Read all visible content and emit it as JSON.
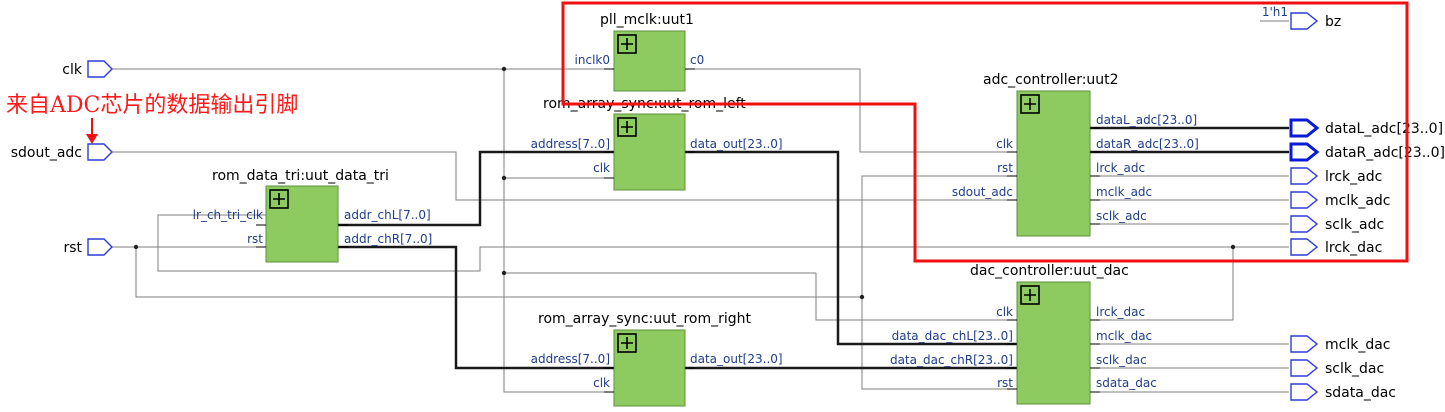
{
  "blocks": {
    "pll": {
      "title": "pll_mclk:uut1",
      "in": [
        "inclk0"
      ],
      "out": [
        "c0"
      ]
    },
    "rom_left": {
      "title": "rom_array_sync:uut_rom_left",
      "in": [
        "address[7..0]",
        "clk"
      ],
      "out": [
        "data_out[23..0]"
      ]
    },
    "rom_tri": {
      "title": "rom_data_tri:uut_data_tri",
      "in": [
        "lr_ch_tri_clk",
        "rst"
      ],
      "out": [
        "addr_chL[7..0]",
        "addr_chR[7..0]"
      ]
    },
    "adc": {
      "title": "adc_controller:uut2",
      "in": [
        "clk",
        "rst",
        "sdout_adc"
      ],
      "out": [
        "dataL_adc[23..0]",
        "dataR_adc[23..0]",
        "lrck_adc",
        "mclk_adc",
        "sclk_adc"
      ]
    },
    "dac": {
      "title": "dac_controller:uut_dac",
      "in": [
        "clk",
        "data_dac_chL[23..0]",
        "data_dac_chR[23..0]",
        "rst"
      ],
      "out": [
        "lrck_dac",
        "mclk_dac",
        "sclk_dac",
        "sdata_dac"
      ]
    },
    "rom_right": {
      "title": "rom_array_sync:uut_rom_right",
      "in": [
        "address[7..0]",
        "clk"
      ],
      "out": [
        "data_out[23..0]"
      ]
    }
  },
  "inputs": [
    "clk",
    "sdout_adc",
    "rst"
  ],
  "outputs": [
    "bz",
    "dataL_adc[23..0]",
    "dataR_adc[23..0]",
    "lrck_adc",
    "mclk_adc",
    "sclk_adc",
    "lrck_dac",
    "mclk_dac",
    "sclk_dac",
    "sdata_dac"
  ],
  "constant": "1'h1",
  "annotation": "来自ADC芯片的数据输出引脚",
  "colors": {
    "block_fill": "#8dcb60",
    "pin": "#2b3bd6",
    "bus_out": "#0a1ad6",
    "highlight": "#f01010",
    "annotation": "#ff1a1a"
  }
}
